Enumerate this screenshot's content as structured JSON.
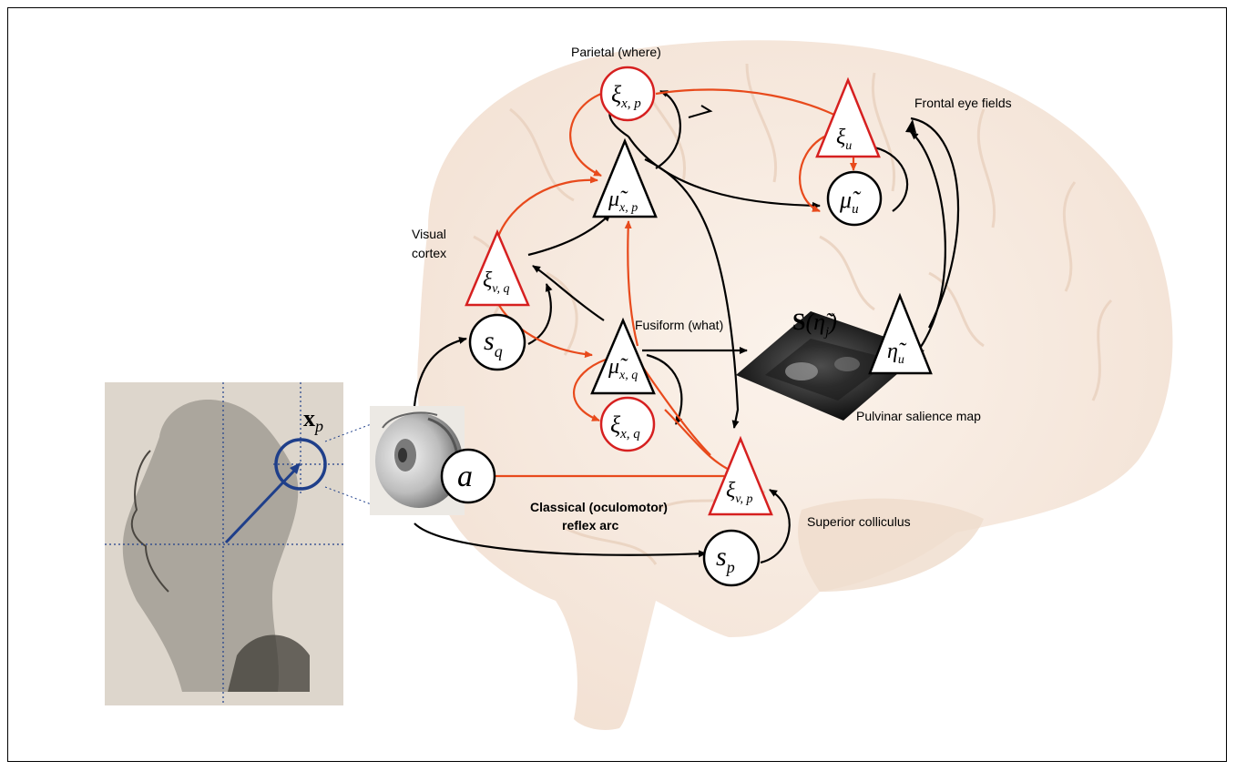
{
  "colors": {
    "black_edge": "#000000",
    "red_edge": "#e84a1c",
    "red_node": "#d62020",
    "brain": "#f6e9de",
    "image_bg": "#ddd6cc",
    "focus_ring": "#1f3f8a"
  },
  "labels": {
    "parietal": "Parietal (where)",
    "frontal": "Frontal eye fields",
    "visual_line1": "Visual",
    "visual_line2": "cortex",
    "fusiform": "Fusiform (what)",
    "pulvinar": "Pulvinar salience map",
    "superior": "Superior colliculus",
    "classical_line1": "Classical (oculomotor)",
    "classical_line2": "reflex arc"
  },
  "nodes": {
    "xi_xp": {
      "base": "ξ",
      "sub": "x, p"
    },
    "mu_xp": {
      "base": "μ̃",
      "sub": "x, p"
    },
    "xi_u": {
      "base": "ξ",
      "sub": "u"
    },
    "mu_u": {
      "base": "μ̃",
      "sub": "u"
    },
    "xi_vq": {
      "base": "ξ",
      "sub": "v, q"
    },
    "s_q": {
      "base": "s",
      "sub": "q"
    },
    "mu_xq": {
      "base": "μ̃",
      "sub": "x, q"
    },
    "xi_xq": {
      "base": "ξ",
      "sub": "x, q"
    },
    "eta_u": {
      "base": "η̃",
      "sub": "u"
    },
    "a": {
      "base": "a"
    },
    "xi_vp": {
      "base": "ξ",
      "sub": "v, p"
    },
    "s_p": {
      "base": "s",
      "sub": "p"
    }
  },
  "salience": {
    "bold": "S",
    "open": "(",
    "eta": "η̃",
    "sub": "j",
    "close": ")"
  },
  "fixation": {
    "bold": "x",
    "sub": "p"
  }
}
